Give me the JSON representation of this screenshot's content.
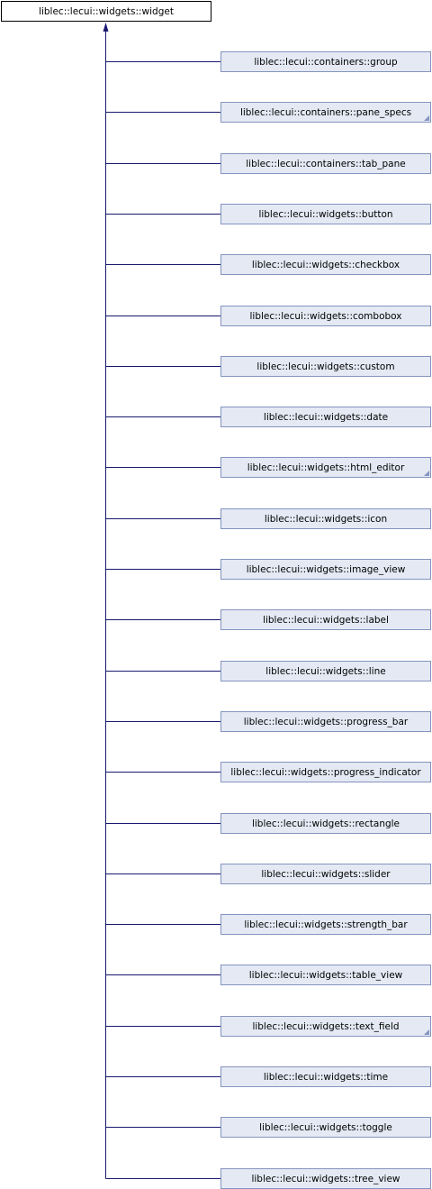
{
  "diagram": {
    "base_class": "liblec::lecui::widgets::widget",
    "edge_color": "#191970",
    "node_fill": "#e4e9f4",
    "node_border": "#8594bf",
    "derived_classes": [
      {
        "label": "liblec::lecui::containers::group",
        "has_more": false
      },
      {
        "label": "liblec::lecui::containers::pane_specs",
        "has_more": true
      },
      {
        "label": "liblec::lecui::containers::tab_pane",
        "has_more": false
      },
      {
        "label": "liblec::lecui::widgets::button",
        "has_more": false
      },
      {
        "label": "liblec::lecui::widgets::checkbox",
        "has_more": false
      },
      {
        "label": "liblec::lecui::widgets::combobox",
        "has_more": false
      },
      {
        "label": "liblec::lecui::widgets::custom",
        "has_more": false
      },
      {
        "label": "liblec::lecui::widgets::date",
        "has_more": false
      },
      {
        "label": "liblec::lecui::widgets::html_editor",
        "has_more": true
      },
      {
        "label": "liblec::lecui::widgets::icon",
        "has_more": false
      },
      {
        "label": "liblec::lecui::widgets::image_view",
        "has_more": false
      },
      {
        "label": "liblec::lecui::widgets::label",
        "has_more": false
      },
      {
        "label": "liblec::lecui::widgets::line",
        "has_more": false
      },
      {
        "label": "liblec::lecui::widgets::progress_bar",
        "has_more": false
      },
      {
        "label": "liblec::lecui::widgets::progress_indicator",
        "has_more": false
      },
      {
        "label": "liblec::lecui::widgets::rectangle",
        "has_more": false
      },
      {
        "label": "liblec::lecui::widgets::slider",
        "has_more": false
      },
      {
        "label": "liblec::lecui::widgets::strength_bar",
        "has_more": false
      },
      {
        "label": "liblec::lecui::widgets::table_view",
        "has_more": false
      },
      {
        "label": "liblec::lecui::widgets::text_field",
        "has_more": true
      },
      {
        "label": "liblec::lecui::widgets::time",
        "has_more": false
      },
      {
        "label": "liblec::lecui::widgets::toggle",
        "has_more": false
      },
      {
        "label": "liblec::lecui::widgets::tree_view",
        "has_more": false
      }
    ]
  }
}
